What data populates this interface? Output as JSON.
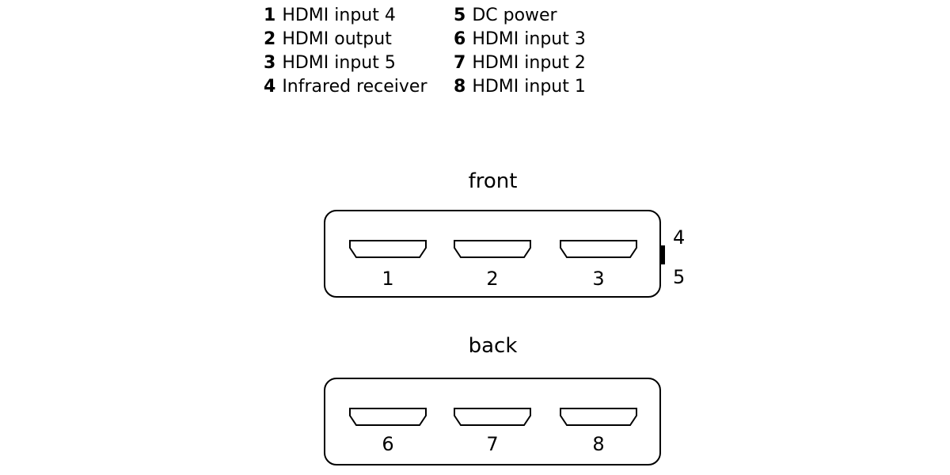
{
  "legend": [
    {
      "num": "1",
      "text": "HDMI input 4"
    },
    {
      "num": "2",
      "text": "HDMI output"
    },
    {
      "num": "3",
      "text": "HDMI input 5"
    },
    {
      "num": "4",
      "text": "Infrared receiver"
    },
    {
      "num": "5",
      "text": "DC power"
    },
    {
      "num": "6",
      "text": "HDMI input 3"
    },
    {
      "num": "7",
      "text": "HDMI input 2"
    },
    {
      "num": "8",
      "text": "HDMI input 1"
    }
  ],
  "front": {
    "label": "front",
    "ports": [
      "1",
      "2",
      "3"
    ],
    "side_top": "4",
    "side_bottom": "5"
  },
  "back": {
    "label": "back",
    "ports": [
      "6",
      "7",
      "8"
    ]
  }
}
